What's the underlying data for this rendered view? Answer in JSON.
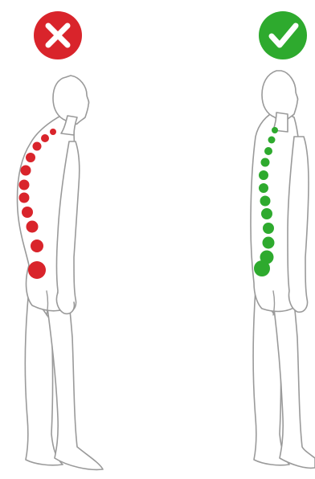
{
  "figures": [
    {
      "verdict": "incorrect",
      "badge_icon": "cross-icon",
      "badge_color": "#d9242b",
      "spine_color": "#d9242b",
      "posture": "curved"
    },
    {
      "verdict": "correct",
      "badge_icon": "check-icon",
      "badge_color": "#2eaa2e",
      "spine_color": "#2eaa2e",
      "posture": "straight"
    }
  ]
}
